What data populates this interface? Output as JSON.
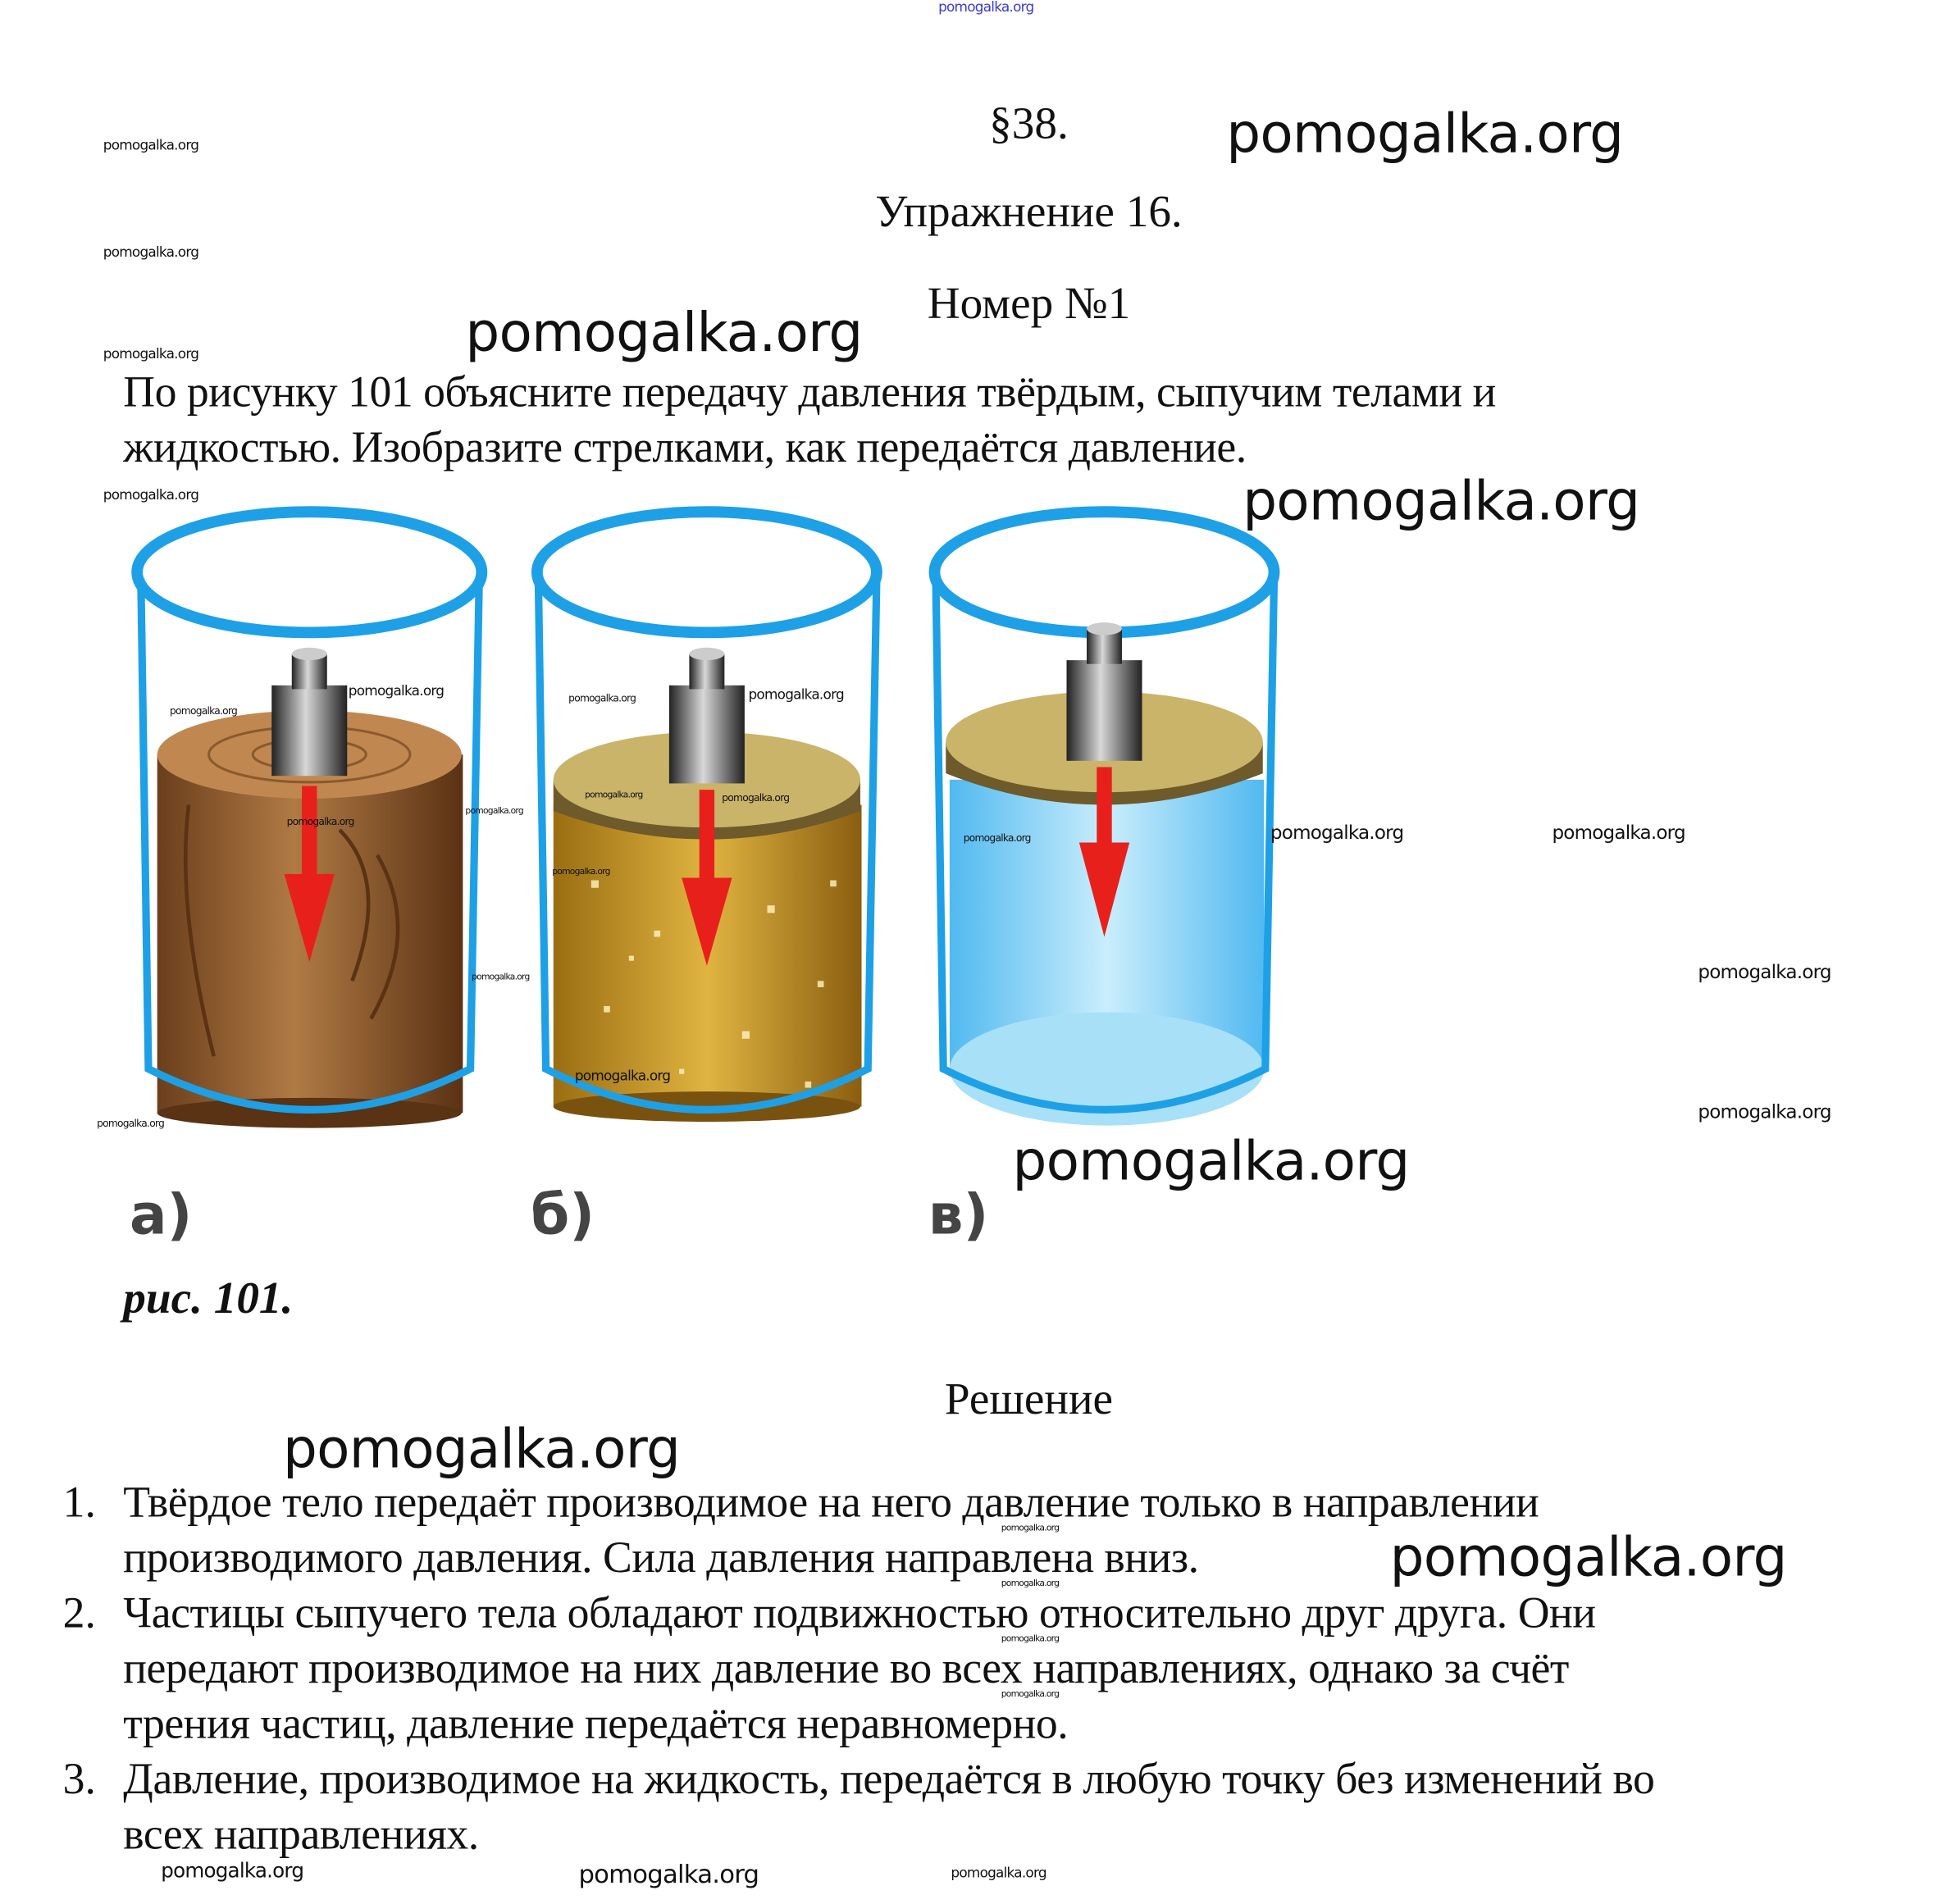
{
  "watermark": "pomogalka.org",
  "header": {
    "section": "§38.",
    "exercise": "Упражнение 16.",
    "number": "Номер №1"
  },
  "task": {
    "lines": [
      "По рисунку 101 объясните передачу давления твёрдым, сыпучим телами и",
      "жидкостью. Изобразите стрелками, как передаётся давление."
    ]
  },
  "figure": {
    "labels": [
      "а)",
      "б)",
      "в)"
    ],
    "caption": "рис. 101.",
    "colors": {
      "glass": "#1ea0e6",
      "wood": "#8a5a2e",
      "sand": "#c99a2a",
      "water": "#7fd0f5",
      "arrow": "#e8201c",
      "lid": "#c9b46a"
    }
  },
  "solution": {
    "title": "Решение",
    "items": [
      {
        "num": "1.",
        "lines": [
          "Твёрдое тело передаёт производимое на него давление только в направлении",
          "производимого давления. Сила давления направлена вниз."
        ]
      },
      {
        "num": "2.",
        "lines": [
          "Частицы сыпучего тела обладают подвижностью относительно друг друга. Они",
          "передают производимое на них давление во всех направлениях, однако за счёт",
          "трения частиц, давление передаётся неравномерно."
        ]
      },
      {
        "num": "3.",
        "lines": [
          "Давление, производимое на жидкость, передаётся в любую точку без изменений во",
          "всех направлениях."
        ]
      }
    ]
  }
}
